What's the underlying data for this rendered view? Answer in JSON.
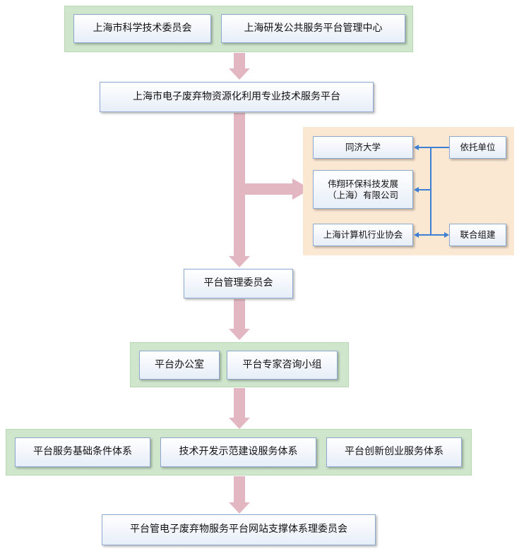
{
  "top_group": {
    "box1": "上海市科学技术委员会",
    "box2": "上海研发公共服务平台管理中心"
  },
  "platform": "上海市电子废弃物资源化利用专业技术服务平台",
  "partners": {
    "tongji": "同济大学",
    "weixiang_line1": "伟翔环保科技发展",
    "weixiang_line2": "（上海）有限公司",
    "assoc": "上海计算机行业协会",
    "support": "依托单位",
    "joint": "联合组建"
  },
  "committee": "平台管理委员会",
  "office_group": {
    "office": "平台办公室",
    "experts": "平台专家咨询小组"
  },
  "systems_group": {
    "sys1": "平台服务基础条件体系",
    "sys2": "技术开发示范建设服务体系",
    "sys3": "平台创新创业服务体系"
  },
  "bottom": "平台管电子废弃物服务平台网站支撑体系理委员会",
  "colors": {
    "group_green": "#cfe6cc",
    "panel_peach": "#fbe8d3",
    "arrow_pink": "#e2b7c2",
    "connector_blue": "#3d7fd3",
    "box_border": "#8ea9cf"
  }
}
